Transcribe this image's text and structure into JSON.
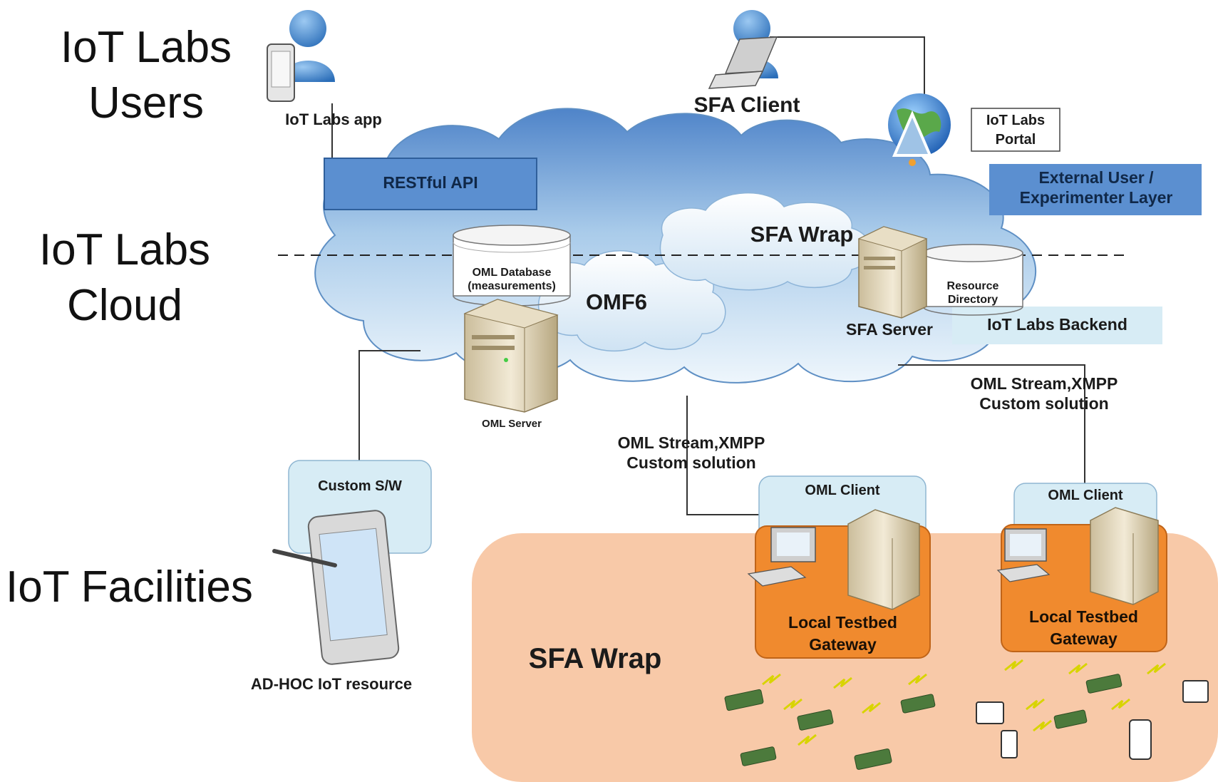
{
  "layers": {
    "users": "IoT Labs Users",
    "cloud": "IoT Labs Cloud",
    "facilities": "IoT Facilities"
  },
  "users_area": {
    "app_label": "IoT Labs app",
    "sfa_client_label": "SFA Client",
    "portal_label": "IoT Labs Portal"
  },
  "cloud_area": {
    "restful_api": "RESTful API",
    "external_layer": "External User / Experimenter Layer",
    "sfa_wrap": "SFA Wrap",
    "oml_database": "OML Database (measurements)",
    "omf6": "OMF6",
    "resource_directory": "Resource Directory",
    "sfa_server": "SFA Server",
    "backend": "IoT Labs Backend",
    "oml_server": "OML Server"
  },
  "facilities_area": {
    "stream_left": "OML Stream,XMPP Custom solution",
    "stream_right": "OML Stream,XMPP Custom solution",
    "custom_sw": "Custom S/W",
    "adhoc": "AD-HOC IoT resource",
    "sfa_wrap_bottom": "SFA Wrap",
    "oml_client_1": "OML Client",
    "oml_client_2": "OML Client",
    "gateway_1": "Local Testbed Gateway",
    "gateway_2": "Local Testbed Gateway"
  },
  "colors": {
    "cloud_top": "#5b8fd0",
    "cloud_bottom": "#eaf4fb",
    "api_box": "#5b8fd0",
    "light_box": "#d7ecf5",
    "gateway": "#f08a2e",
    "facility_area": "#f8c9a8"
  }
}
